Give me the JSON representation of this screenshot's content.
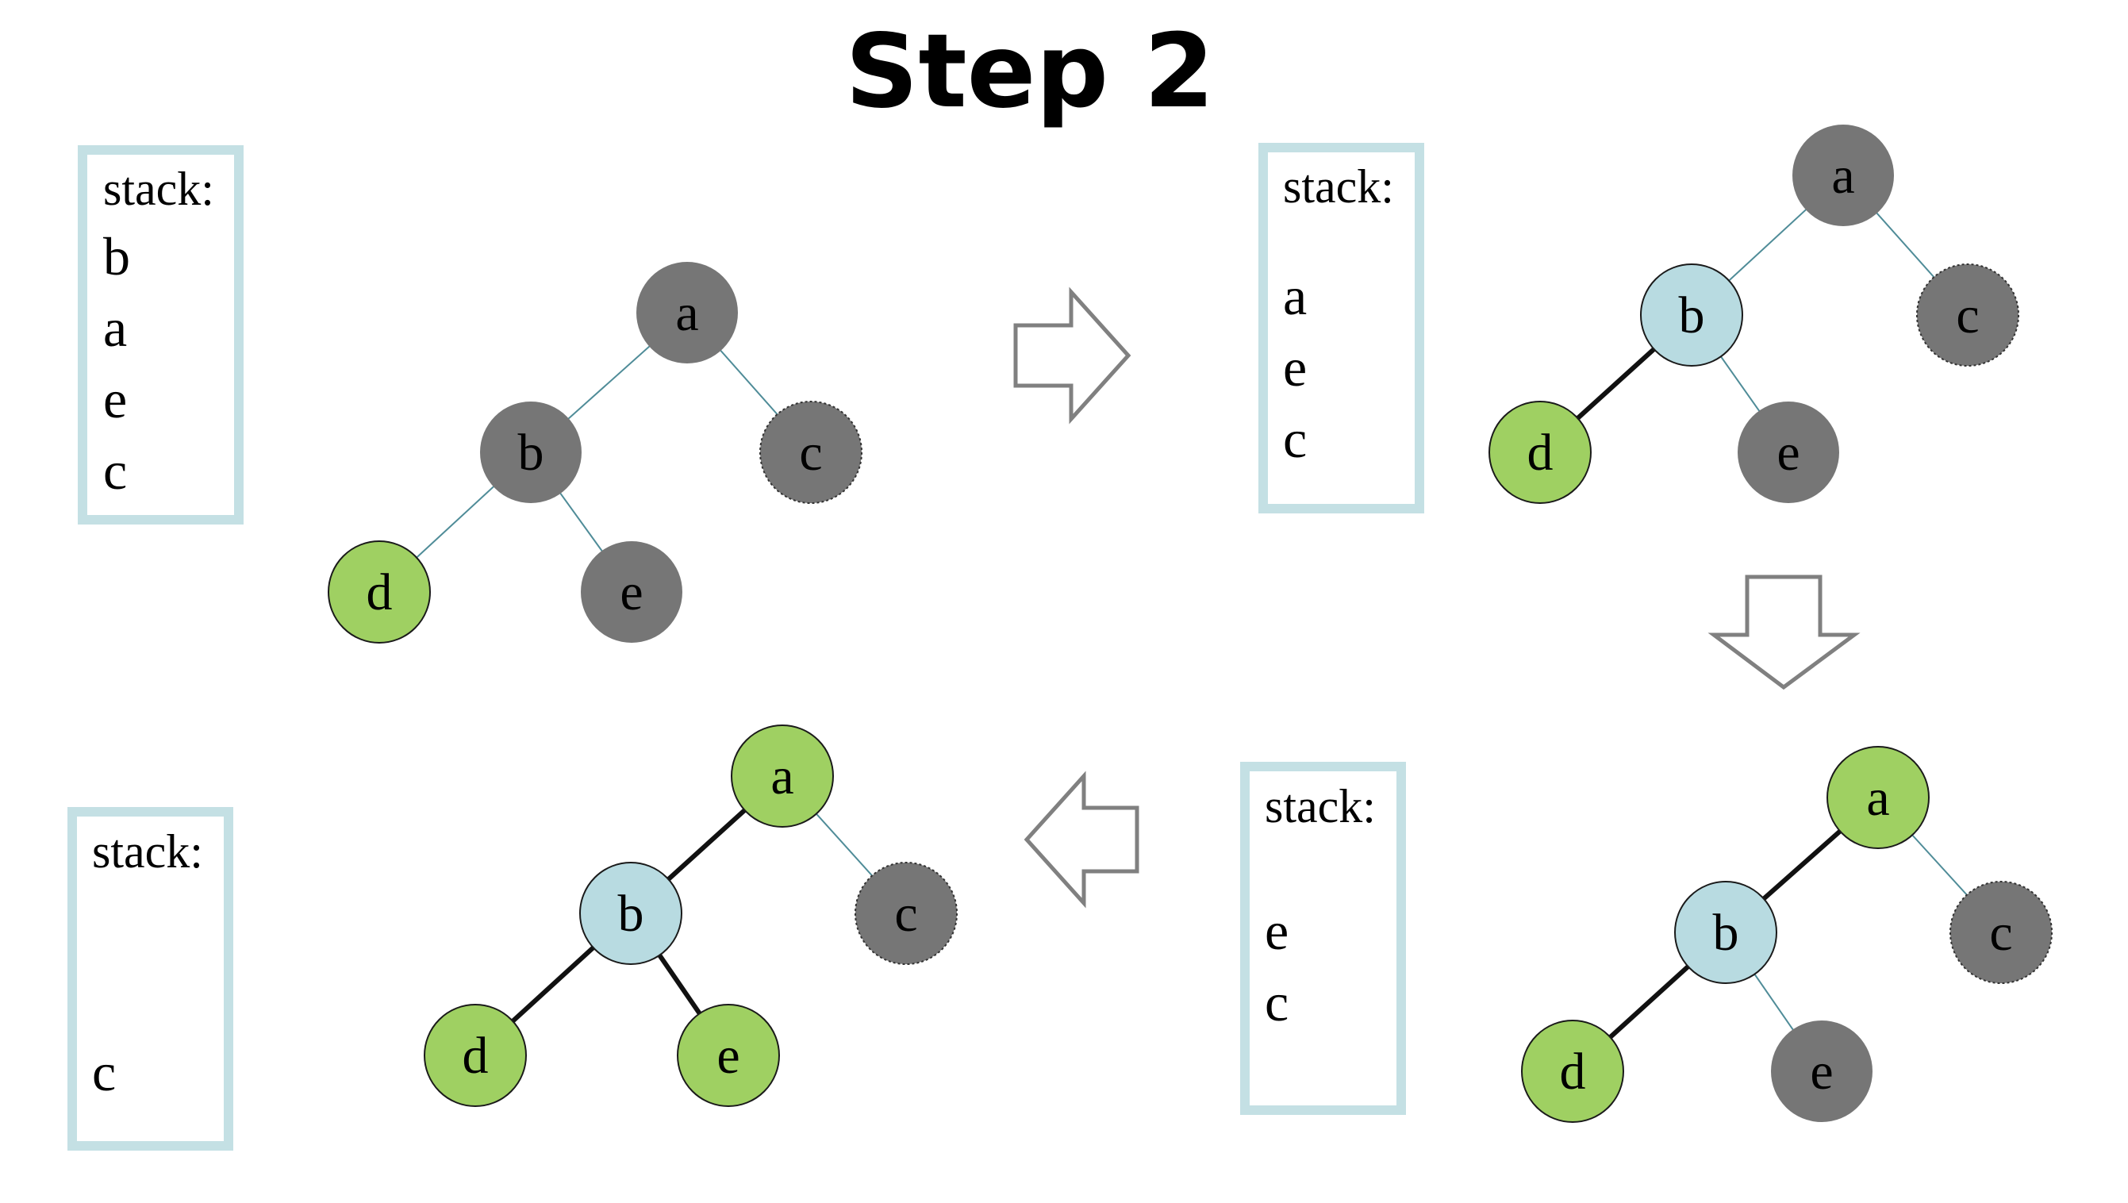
{
  "title": "Step 2",
  "colors": {
    "unvisited": "#767676",
    "visited": "#9fd062",
    "current": "#b8dbe1",
    "stack_border": "#c4e0e4",
    "thin_edge": "#4f8c98",
    "thick_edge": "#111111",
    "arrow_stroke": "#808080"
  },
  "panels": [
    {
      "id": "p1",
      "stack_label": "stack:",
      "stack_items": [
        "b",
        "a",
        "e",
        "c"
      ],
      "nodes": {
        "a": {
          "label": "a",
          "state": "unvisited"
        },
        "b": {
          "label": "b",
          "state": "unvisited"
        },
        "c": {
          "label": "c",
          "state": "unvisited"
        },
        "d": {
          "label": "d",
          "state": "visited"
        },
        "e": {
          "label": "e",
          "state": "unvisited"
        }
      },
      "edges": [
        {
          "from": "a",
          "to": "b",
          "style": "thin"
        },
        {
          "from": "a",
          "to": "c",
          "style": "thin"
        },
        {
          "from": "b",
          "to": "d",
          "style": "thin"
        },
        {
          "from": "b",
          "to": "e",
          "style": "thin"
        }
      ]
    },
    {
      "id": "p2",
      "stack_label": "stack:",
      "stack_items": [
        "",
        "a",
        "e",
        "c"
      ],
      "nodes": {
        "a": {
          "label": "a",
          "state": "unvisited"
        },
        "b": {
          "label": "b",
          "state": "current"
        },
        "c": {
          "label": "c",
          "state": "unvisited"
        },
        "d": {
          "label": "d",
          "state": "visited"
        },
        "e": {
          "label": "e",
          "state": "unvisited"
        }
      },
      "edges": [
        {
          "from": "a",
          "to": "b",
          "style": "thin"
        },
        {
          "from": "a",
          "to": "c",
          "style": "thin"
        },
        {
          "from": "b",
          "to": "d",
          "style": "thick"
        },
        {
          "from": "b",
          "to": "e",
          "style": "thin"
        }
      ]
    },
    {
      "id": "p3",
      "stack_label": "stack:",
      "stack_items": [
        "",
        "",
        "e",
        "c"
      ],
      "nodes": {
        "a": {
          "label": "a",
          "state": "visited"
        },
        "b": {
          "label": "b",
          "state": "current"
        },
        "c": {
          "label": "c",
          "state": "unvisited"
        },
        "d": {
          "label": "d",
          "state": "visited"
        },
        "e": {
          "label": "e",
          "state": "unvisited"
        }
      },
      "edges": [
        {
          "from": "a",
          "to": "b",
          "style": "thick"
        },
        {
          "from": "a",
          "to": "c",
          "style": "thin"
        },
        {
          "from": "b",
          "to": "d",
          "style": "thick"
        },
        {
          "from": "b",
          "to": "e",
          "style": "thin"
        }
      ]
    },
    {
      "id": "p4",
      "stack_label": "stack:",
      "stack_items": [
        "",
        "",
        "",
        "c"
      ],
      "nodes": {
        "a": {
          "label": "a",
          "state": "visited"
        },
        "b": {
          "label": "b",
          "state": "current"
        },
        "c": {
          "label": "c",
          "state": "unvisited"
        },
        "d": {
          "label": "d",
          "state": "visited"
        },
        "e": {
          "label": "e",
          "state": "visited"
        }
      },
      "edges": [
        {
          "from": "a",
          "to": "b",
          "style": "thick"
        },
        {
          "from": "a",
          "to": "c",
          "style": "thin"
        },
        {
          "from": "b",
          "to": "d",
          "style": "thick"
        },
        {
          "from": "b",
          "to": "e",
          "style": "thick"
        }
      ]
    }
  ],
  "arrows": [
    {
      "id": "arrow-right",
      "direction": "right"
    },
    {
      "id": "arrow-down",
      "direction": "down"
    },
    {
      "id": "arrow-left",
      "direction": "left"
    }
  ]
}
